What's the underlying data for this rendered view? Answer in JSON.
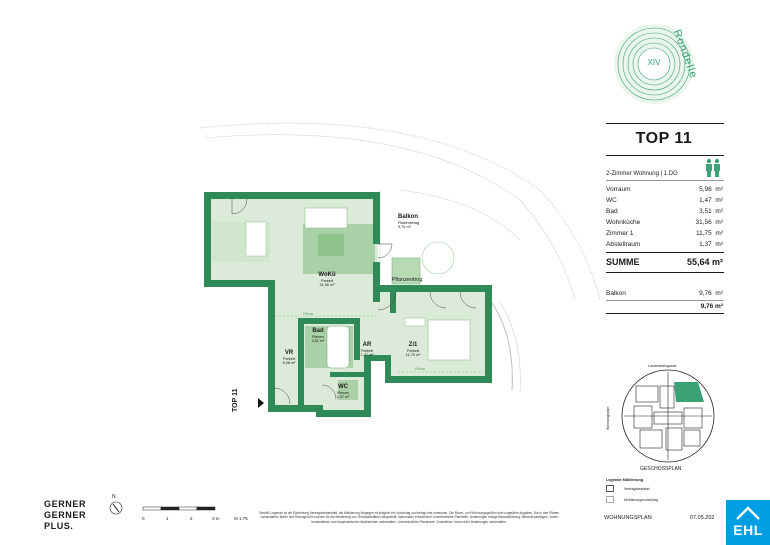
{
  "branding": {
    "emblem": {
      "number": "XIV",
      "word": "Rondelle"
    },
    "logo_lines": [
      "GERNER",
      "GERNER",
      "PLUS."
    ],
    "ehl": "EHL"
  },
  "unit": {
    "title": "TOP 11",
    "subtitle": "2-Zimmer Wohnung | 1.DG",
    "rooms": [
      {
        "label": "Vorraum",
        "value": "5,98",
        "unit": "m²"
      },
      {
        "label": "WC",
        "value": "1,47",
        "unit": "m²"
      },
      {
        "label": "Bad",
        "value": "3,51",
        "unit": "m²"
      },
      {
        "label": "Wohnküche",
        "value": "31,56",
        "unit": "m²"
      },
      {
        "label": "Zimmer 1",
        "value": "11,75",
        "unit": "m²"
      },
      {
        "label": "Abstellraum",
        "value": "1,37",
        "unit": "m²"
      }
    ],
    "summe_label": "SUMME",
    "summe_value": "55,64 m²",
    "balkon_label": "Balkon",
    "balkon_value": "9,76",
    "balkon_unit": "m²",
    "balkon_total": "9,76 m²"
  },
  "plan": {
    "woku": {
      "name": "WoKü",
      "floor": "Parkett",
      "area": "31,56 m²"
    },
    "balkon": {
      "name": "Balkon",
      "floor": "Plattenbelag",
      "area": "9,76 m²"
    },
    "pflanzentrog": "Pflanzentrog",
    "bad": {
      "name": "Bad",
      "floor": "Fliesen",
      "area": "3,51 m²"
    },
    "ar": {
      "name": "AR",
      "floor": "Parkett",
      "area": "1,37 m²"
    },
    "zi1": {
      "name": "Zi1",
      "floor": "Parkett",
      "area": "11,75 m²"
    },
    "vr": {
      "name": "VR",
      "floor": "Parkett",
      "area": "5,98 m²"
    },
    "wc": {
      "name": "WC",
      "floor": "Fliesen",
      "area": "1,47 m²"
    },
    "klima": "Klima",
    "unit_tag": "TOP 11"
  },
  "keyplan": {
    "top_label": "Laudenwarkgasse",
    "side_label": "Wohnungsplan",
    "caption": "GESCHOSSPLAN"
  },
  "legend": {
    "title": "Legende Möblierung",
    "items": [
      {
        "label": "Vertragsbestand"
      },
      {
        "label": "Möblierungsvorschlag"
      }
    ]
  },
  "scale": {
    "north": "N",
    "ticks": [
      "0",
      "1",
      "2",
      "3 m"
    ],
    "ratio": "M 1:75"
  },
  "footer": {
    "legal": "Gemäß Legende ist die Einrichtung Vertragsbestandteil, die Möblierung hingegen ist lediglich ein Vorschlag und befugt erst Innenplan. Die Raum- und Wohnungsgrößen sind ungefähre Angaben. Die in den Plänen vorhandenen Maße und Raumgrößen wurden für die Bewertung von Grobmaßstäben dargestellt. Naturmaße erforderlich! Unverbindliche Planhefte. Änderungen infolge Bauausführung, Behördenauflagen, sowie konstruktiven und bauakustischen Maßnahmen vorbehalten. Unverbindliche Planskizze. Druckfehler, Irrtum oder Änderungen vorbehalten.",
    "doc_label": "WOHNUNGSPLAN",
    "date": "07.05.202"
  },
  "colors": {
    "wall": "#2e8b57",
    "room_fill": "#dcebd9",
    "furniture": "#a9d0a6",
    "furniture_dark": "#8fc48c",
    "emblem": "#3aa275",
    "ehl_blue": "#009fe3"
  }
}
